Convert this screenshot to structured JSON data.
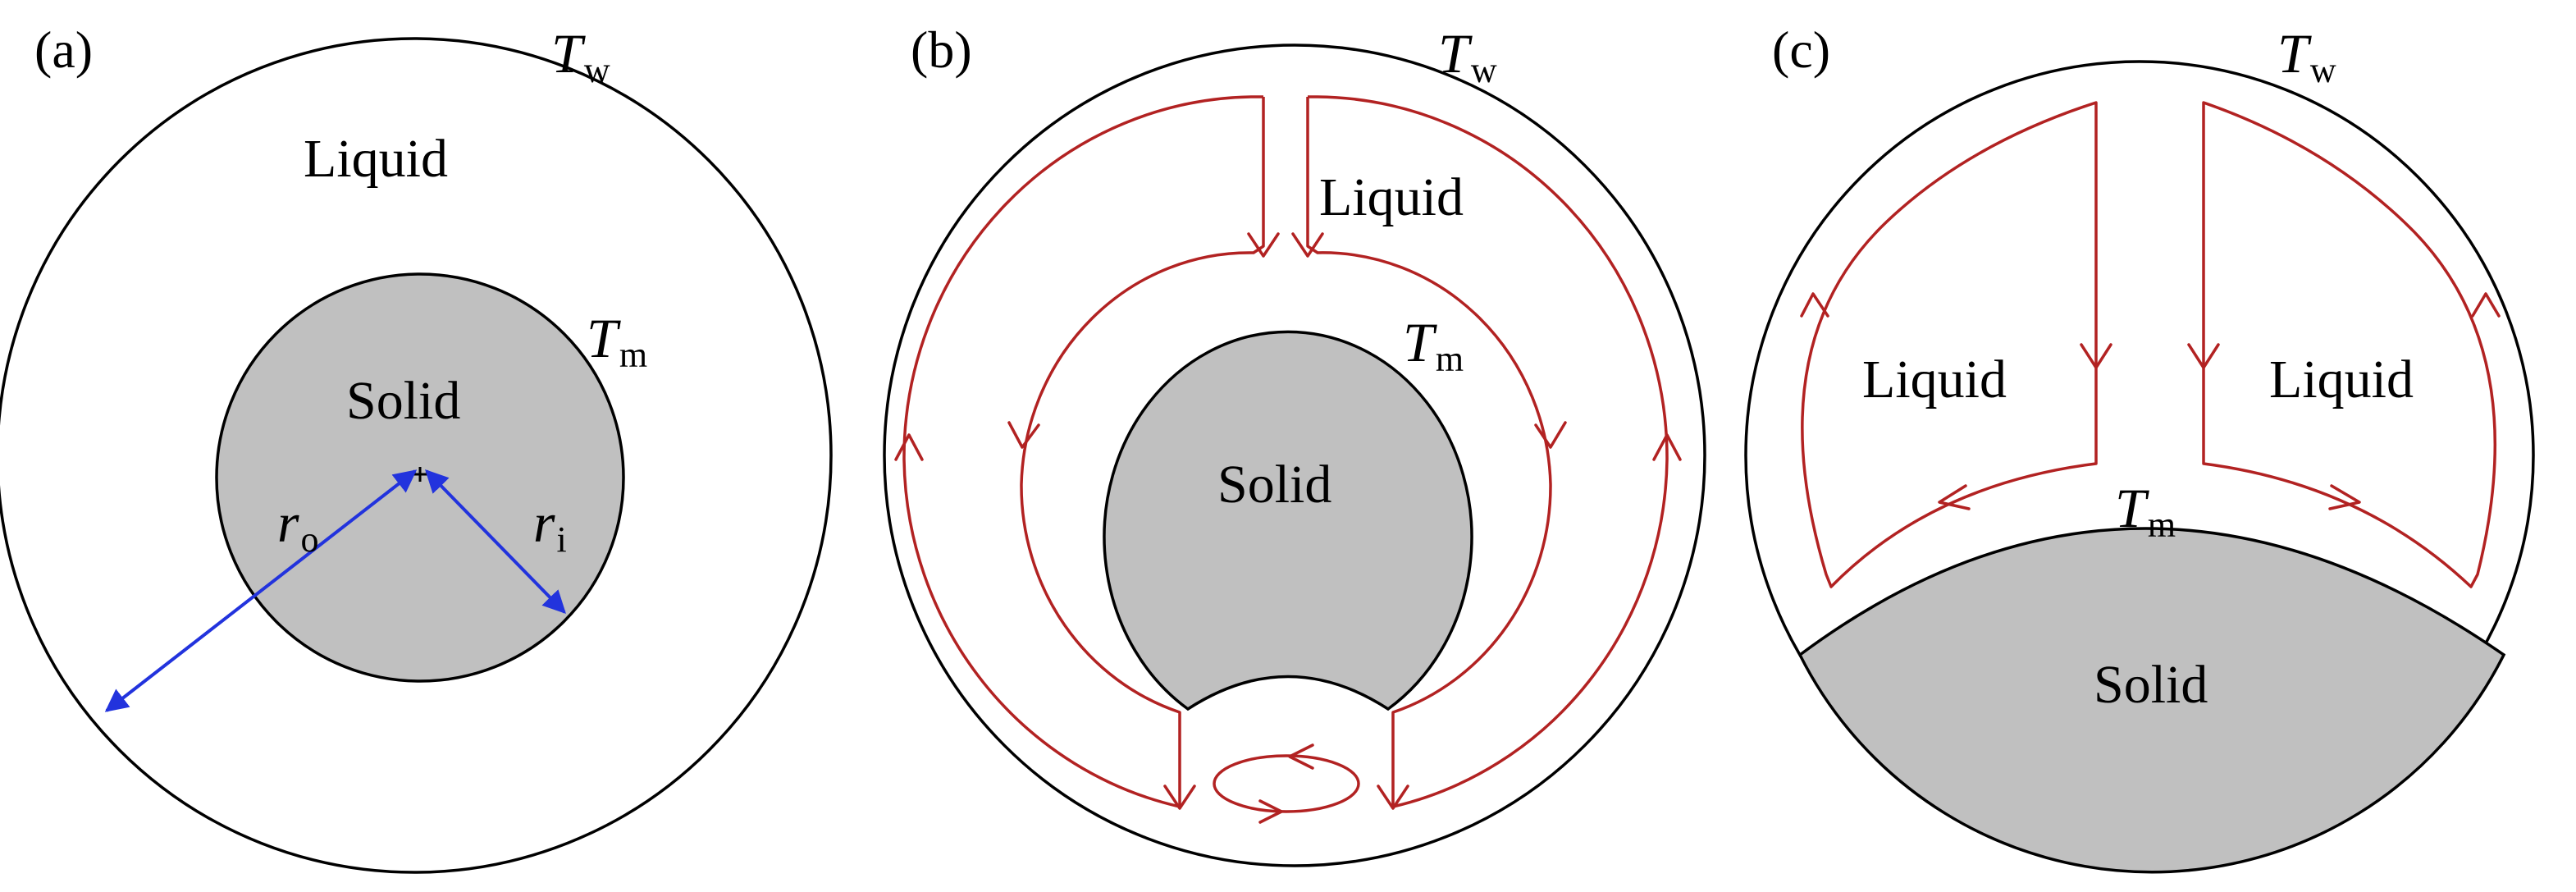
{
  "panels": [
    {
      "label": "(a)",
      "wall_temp": {
        "symbol": "T",
        "sub": "w"
      },
      "melt_temp": {
        "symbol": "T",
        "sub": "m"
      },
      "liquid_label": "Liquid",
      "solid_label": "Solid",
      "outer_radius": {
        "symbol": "r",
        "sub": "o"
      },
      "inner_radius": {
        "symbol": "r",
        "sub": "i"
      }
    },
    {
      "label": "(b)",
      "wall_temp": {
        "symbol": "T",
        "sub": "w"
      },
      "melt_temp": {
        "symbol": "T",
        "sub": "m"
      },
      "liquid_label": "Liquid",
      "solid_label": "Solid"
    },
    {
      "label": "(c)",
      "wall_temp": {
        "symbol": "T",
        "sub": "w"
      },
      "melt_temp": {
        "symbol": "T",
        "sub": "m"
      },
      "liquid_left_label": "Liquid",
      "liquid_right_label": "Liquid",
      "solid_label": "Solid"
    }
  ],
  "colors": {
    "solid_fill": "#c0c0c0",
    "flow_line": "#b22222",
    "radius_arrow": "#2233dd"
  }
}
